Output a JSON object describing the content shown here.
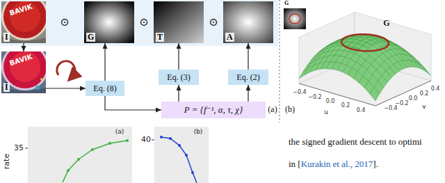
{
  "diagram": {
    "nodes": [
      {
        "text": [
          "I"
        ]
      },
      {
        "text": [
          "G"
        ]
      },
      {
        "text": [
          "T"
        ]
      },
      {
        "text": [
          "A"
        ]
      },
      {
        "text": [
          "Î"
        ]
      },
      {
        "text": [
          "Eq. (8)"
        ]
      },
      {
        "text": [
          "Eq. (3)"
        ]
      },
      {
        "text": [
          "Eq. (2)"
        ]
      },
      {
        "text": [
          "P = {f⁻¹, α, τ, χ}"
        ]
      }
    ],
    "edges": [
      {
        "from": 0,
        "to": 4,
        "arrow": "to"
      },
      {
        "from": 4,
        "to": 5,
        "arrow": "to"
      },
      {
        "from": 5,
        "to": 1,
        "arrow": "to"
      },
      {
        "from": 5,
        "to": 8,
        "arrow": "to"
      },
      {
        "from": 8,
        "to": 6,
        "arrow": "to"
      },
      {
        "from": 8,
        "to": 7,
        "arrow": "to"
      },
      {
        "from": 6,
        "to": 2,
        "arrow": "to"
      },
      {
        "from": 7,
        "to": 3,
        "arrow": "to"
      }
    ],
    "labels": [
      "BAVIK",
      "BAVIK",
      "⊙",
      "⊙",
      "⊙",
      "(a)",
      "(b)",
      "G",
      "G",
      "−0.4",
      "−0.2",
      "0.0",
      "0.2",
      "0.4",
      "u",
      "−0.4",
      "−0.2",
      "0.0",
      "0.2",
      "0.4",
      "v",
      "rate",
      "35",
      "(a)",
      "40",
      "(b)",
      "the signed gradient descent to optimi",
      "in [",
      "Kurakin et al., 2017",
      "]."
    ]
  }
}
